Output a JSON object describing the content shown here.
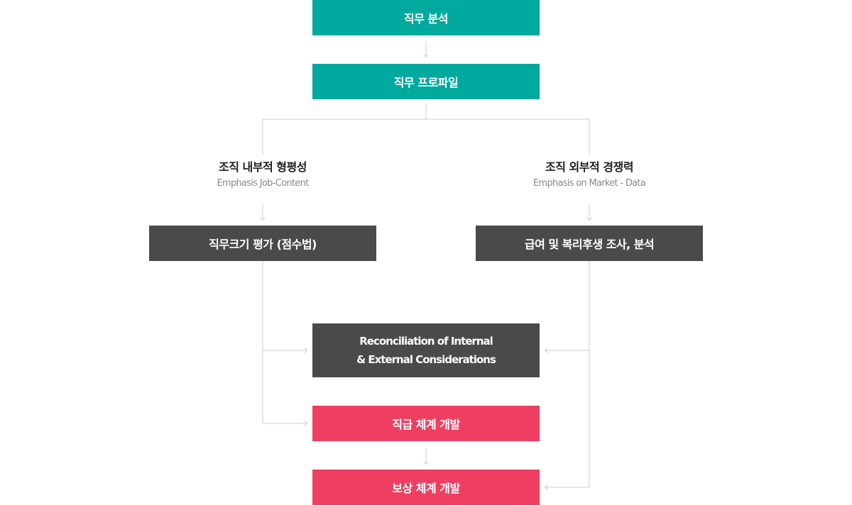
{
  "nodes": {
    "job_analysis": "직무 분석",
    "job_profile": "직무 프로파일",
    "internal": {
      "title": "조직 내부적 형평성",
      "subtitle": "Emphasis Job-Content"
    },
    "external": {
      "title": "조직 외부적 경쟁력",
      "subtitle": "Emphasis on Market - Data"
    },
    "job_evaluation": "직무크기 평가 (점수법)",
    "pay_survey": "급여 및 복리후생 조사, 분석",
    "reconciliation": {
      "line1": "Reconciliation of Internal",
      "line2": "& External Considerations"
    },
    "grade_system": "직급 체계 개발",
    "compensation_system": "보상 체계 개발"
  },
  "colors": {
    "teal": "#00a99d",
    "dark": "#4a4a4a",
    "pink": "#ee3f62",
    "connector": "#d6d6d6"
  }
}
